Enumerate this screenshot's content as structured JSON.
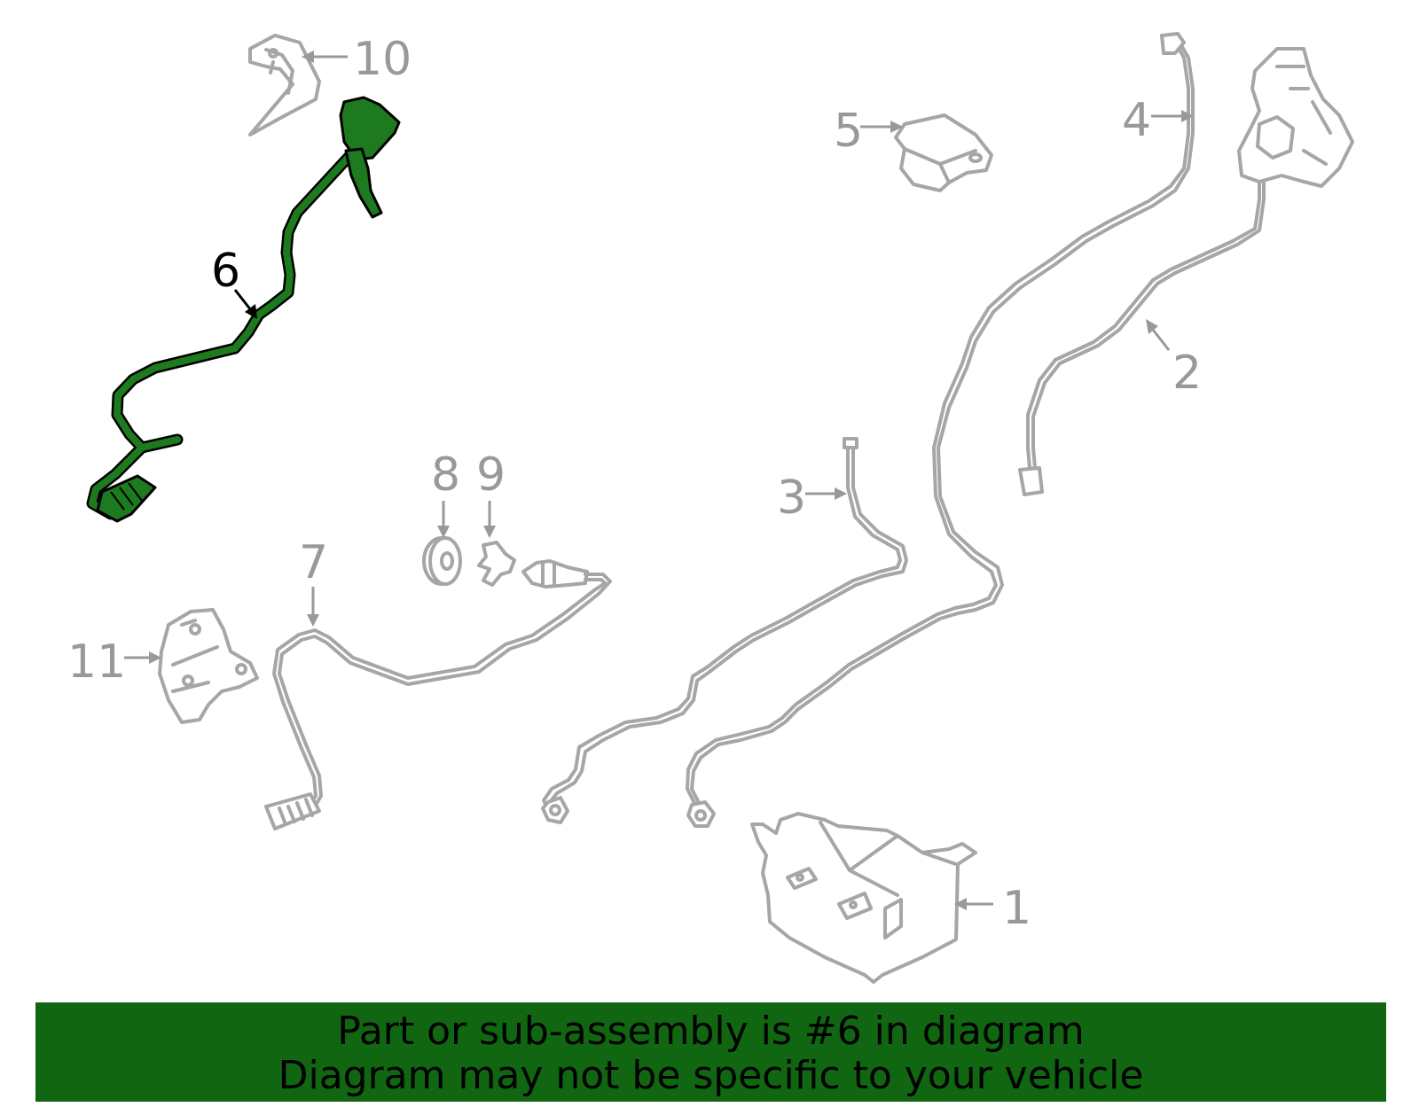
{
  "diagram": {
    "highlighted_part": "6",
    "highlight_color": "#1e7a1e",
    "outline_color": "#a6a6a6",
    "callouts": [
      {
        "id": "c1",
        "label": "1"
      },
      {
        "id": "c2",
        "label": "2"
      },
      {
        "id": "c3",
        "label": "3"
      },
      {
        "id": "c4",
        "label": "4"
      },
      {
        "id": "c5",
        "label": "5"
      },
      {
        "id": "c6",
        "label": "6"
      },
      {
        "id": "c7",
        "label": "7"
      },
      {
        "id": "c8",
        "label": "8"
      },
      {
        "id": "c9",
        "label": "9"
      },
      {
        "id": "c10",
        "label": "10"
      },
      {
        "id": "c11",
        "label": "11"
      }
    ]
  },
  "banner": {
    "line1": "Part or sub-assembly is #6 in diagram",
    "line2": "Diagram may not be specific to your vehicle",
    "background": "#116611"
  }
}
